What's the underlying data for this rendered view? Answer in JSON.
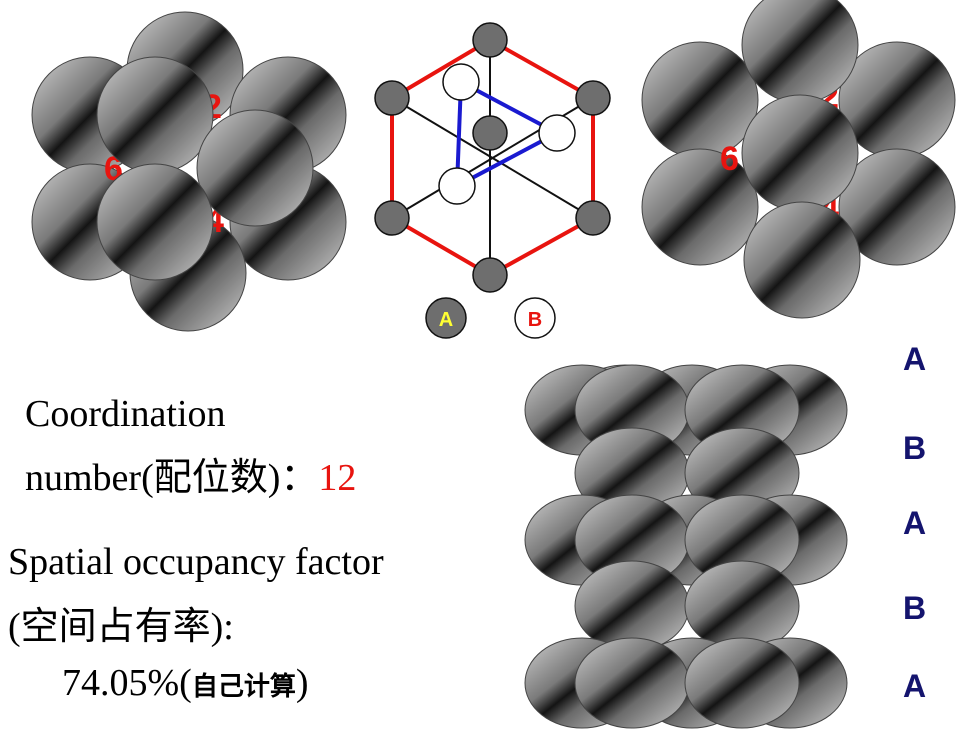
{
  "diagram": {
    "neighbor_numbers": [
      "2",
      "6",
      "4"
    ],
    "legend": {
      "a": "A",
      "b": "B"
    },
    "stacking_layers": [
      "A",
      "B",
      "A",
      "B",
      "A"
    ]
  },
  "text": {
    "coordination_line1": "Coordination",
    "coordination_line2": "number(配位数)：",
    "coordination_value": "12",
    "occupancy_line1": "Spatial occupancy factor",
    "occupancy_line2": "(空间占有率):",
    "occupancy_value": "74.05%(",
    "occupancy_note": "自己计算",
    "occupancy_close": ")"
  },
  "colors": {
    "red": "#e8140f",
    "blue": "#1a1ad0",
    "layer_label": "#14146e",
    "legend_a_text": "#ffff33",
    "node_gray": "#6e6e6e"
  }
}
